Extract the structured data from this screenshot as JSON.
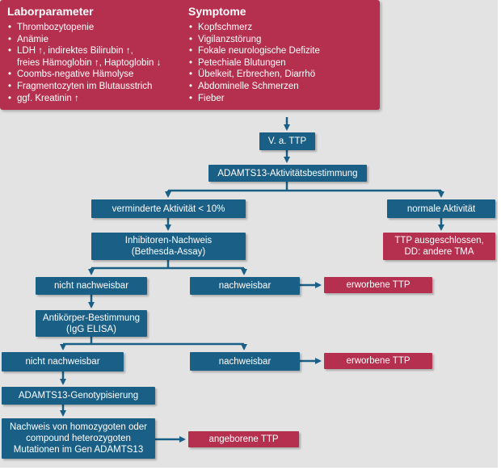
{
  "labor": {
    "heading": "Laborparameter",
    "items": [
      "Thrombozytopenie",
      "Anämie",
      "LDH ↑, indirektes Bilirubin ↑,",
      "freies Hämoglobin ↑, Haptoglobin ↓",
      "Coombs-negative Hämolyse",
      "Fragmentozyten im Blutausstrich",
      "ggf. Kreatinin ↑"
    ]
  },
  "symptome": {
    "heading": "Symptome",
    "items": [
      "Kopfschmerz",
      "Vigilanzstörung",
      "Fokale neurologische Defizite",
      "Petechiale Blutungen",
      "Übelkeit, Erbrechen, Diarrhö",
      "Abdominelle Schmerzen",
      "Fieber"
    ]
  },
  "nodes": {
    "vattp": "V. a. TTP",
    "adamts_activity": "ADAMTS13-Aktivitätsbestimmung",
    "reduced_activity": "verminderte Aktivität < 10%",
    "normal_activity": "normale Aktivität",
    "ttp_excluded_1": "TTP ausgeschlossen,",
    "ttp_excluded_2": "DD: andere TMA",
    "inhibitor_1": "Inhibitoren-Nachweis",
    "inhibitor_2": "(Bethesda-Assay)",
    "not_detectable_1": "nicht nachweisbar",
    "detectable_1": "nachweisbar",
    "acquired_1": "erworbene TTP",
    "antibody_1": "Antikörper-Bestimmung",
    "antibody_2": "(IgG ELISA)",
    "not_detectable_2": "nicht nachweisbar",
    "detectable_2": "nachweisbar",
    "acquired_2": "erworbene TTP",
    "genotyping": "ADAMTS13-Genotypisierung",
    "mutation_1": "Nachweis von homozygoten oder",
    "mutation_2": "compound heterozygoten",
    "mutation_3": "Mutationen im Gen ADAMTS13",
    "congenital": "angeborene TTP"
  },
  "colors": {
    "blue": "#1a5f86",
    "red": "#b5304f",
    "background": "#e3e3e3",
    "line": "#1a5f86"
  }
}
